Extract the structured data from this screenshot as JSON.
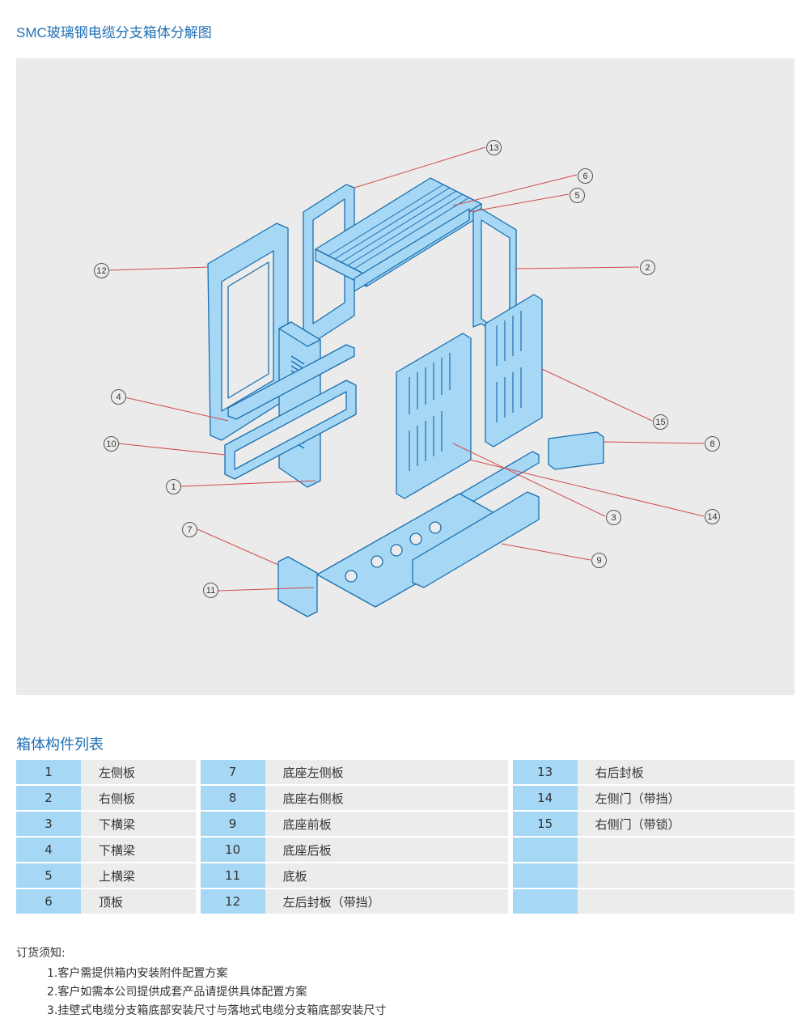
{
  "page": {
    "title": "SMC玻璃钢电缆分支箱体分解图",
    "list_title": "箱体构件列表"
  },
  "colors": {
    "accent": "#1f6fb4",
    "part_fill": "#a6d8f6",
    "part_stroke": "#1a6fae",
    "leader": "#d24a4a"
  },
  "callouts": [
    "13",
    "6",
    "5",
    "12",
    "2",
    "4",
    "15",
    "8",
    "10",
    "1",
    "3",
    "14",
    "7",
    "9",
    "11"
  ],
  "parts": [
    {
      "num": "1",
      "name": "左侧板"
    },
    {
      "num": "2",
      "name": "右侧板"
    },
    {
      "num": "3",
      "name": "下横梁"
    },
    {
      "num": "4",
      "name": "下横梁"
    },
    {
      "num": "5",
      "name": "上横梁"
    },
    {
      "num": "6",
      "name": "顶板"
    },
    {
      "num": "7",
      "name": "底座左侧板"
    },
    {
      "num": "8",
      "name": "底座右侧板"
    },
    {
      "num": "9",
      "name": "底座前板"
    },
    {
      "num": "10",
      "name": "底座后板"
    },
    {
      "num": "11",
      "name": "底板"
    },
    {
      "num": "12",
      "name": "左后封板（带挡）"
    },
    {
      "num": "13",
      "name": "右后封板"
    },
    {
      "num": "14",
      "name": "左侧门（带挡）"
    },
    {
      "num": "15",
      "name": "右侧门（带锁）"
    }
  ],
  "notes": {
    "head": "订货须知:",
    "items": [
      "1.客户需提供箱内安装附件配置方案",
      "2.客户如需本公司提供成套产品请提供具体配置方案",
      "3.挂壁式电缆分支箱底部安装尺寸与落地式电缆分支箱底部安装尺寸"
    ]
  }
}
